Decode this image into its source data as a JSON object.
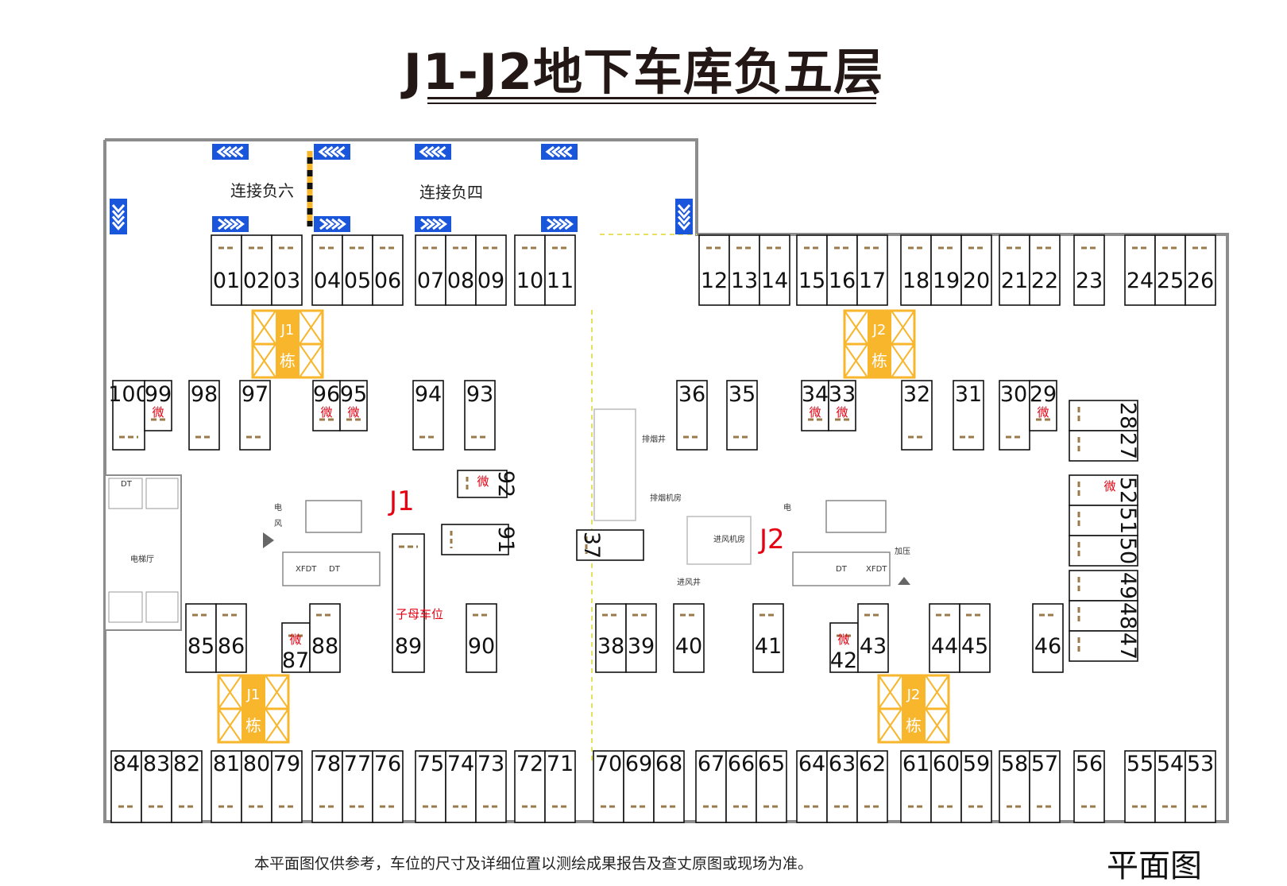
{
  "title": "J1-J2地下车库负五层",
  "footnote": "本平面图仅供参考，车位的尺寸及详细位置以测绘成果报告及查丈原图或现场为准。",
  "plan_label": "平面图",
  "areas": {
    "connect_b6": "连接负六",
    "connect_b4": "连接负四",
    "elevator_hall": "电梯厅",
    "smoke_room": "排烟机房",
    "smoke_shaft": "排烟井",
    "intake_room": "进风机房",
    "intake_shaft": "进风井",
    "parent_child_slot": "子母车位",
    "pressurize": "加压"
  },
  "zones": {
    "j1": "J1",
    "j2": "J2"
  },
  "building_label": {
    "j1": "J1",
    "j2": "J2",
    "dong": "栋"
  },
  "micro_label": "微",
  "room_labels": {
    "dt": "DT",
    "xfdt": "XFDT",
    "dian": "电",
    "feng": "风"
  },
  "colors": {
    "wall": "#8c8c8c",
    "slot_line": "#111111",
    "dash": "#9a7a4a",
    "stair": "#f8b62d",
    "arrow": "#1a56db",
    "red": "#e60012"
  },
  "slots": {
    "top_row": [
      "01",
      "02",
      "03",
      "04",
      "05",
      "06",
      "07",
      "08",
      "09",
      "10",
      "11",
      "12",
      "13",
      "14",
      "15",
      "16",
      "17",
      "18",
      "19",
      "20",
      "21",
      "22",
      "23",
      "24",
      "25",
      "26"
    ],
    "bottom_row": [
      "84",
      "83",
      "82",
      "81",
      "80",
      "79",
      "78",
      "77",
      "76",
      "75",
      "74",
      "73",
      "72",
      "71",
      "70",
      "69",
      "68",
      "67",
      "66",
      "65",
      "64",
      "63",
      "62",
      "61",
      "60",
      "59",
      "58",
      "57",
      "56",
      "55",
      "54",
      "53"
    ],
    "upper_mid": [
      "100",
      "99",
      "98",
      "97",
      "96",
      "95",
      "94",
      "93",
      "36",
      "35",
      "34",
      "33",
      "32",
      "31",
      "30",
      "29"
    ],
    "lower_mid": [
      "85",
      "86",
      "87",
      "88",
      "89",
      "90",
      "38",
      "39",
      "40",
      "41",
      "42",
      "43",
      "44",
      "45",
      "46"
    ],
    "right_column": [
      "28",
      "27",
      "52",
      "51",
      "50",
      "49",
      "48",
      "47"
    ],
    "rotated_misc": [
      "92",
      "91",
      "37"
    ]
  }
}
